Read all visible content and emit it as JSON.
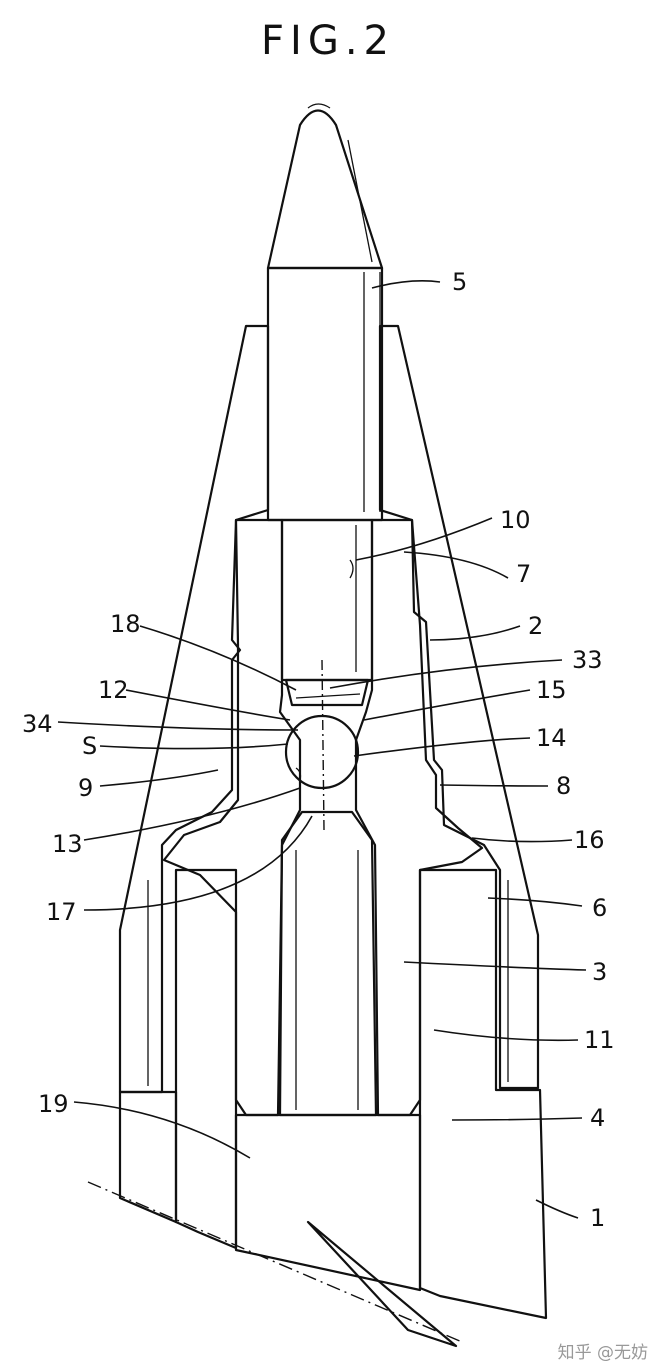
{
  "figure": {
    "title": "FIG.2",
    "reference_numerals": [
      "5",
      "10",
      "7",
      "2",
      "33",
      "18",
      "15",
      "12",
      "14",
      "34",
      "S",
      "8",
      "9",
      "16",
      "13",
      "6",
      "17",
      "3",
      "11",
      "19",
      "4",
      "1"
    ]
  },
  "watermark": "知乎 @无妨",
  "colors": {
    "ink": "#111111",
    "paper": "#ffffff",
    "watermark": "#999999"
  }
}
